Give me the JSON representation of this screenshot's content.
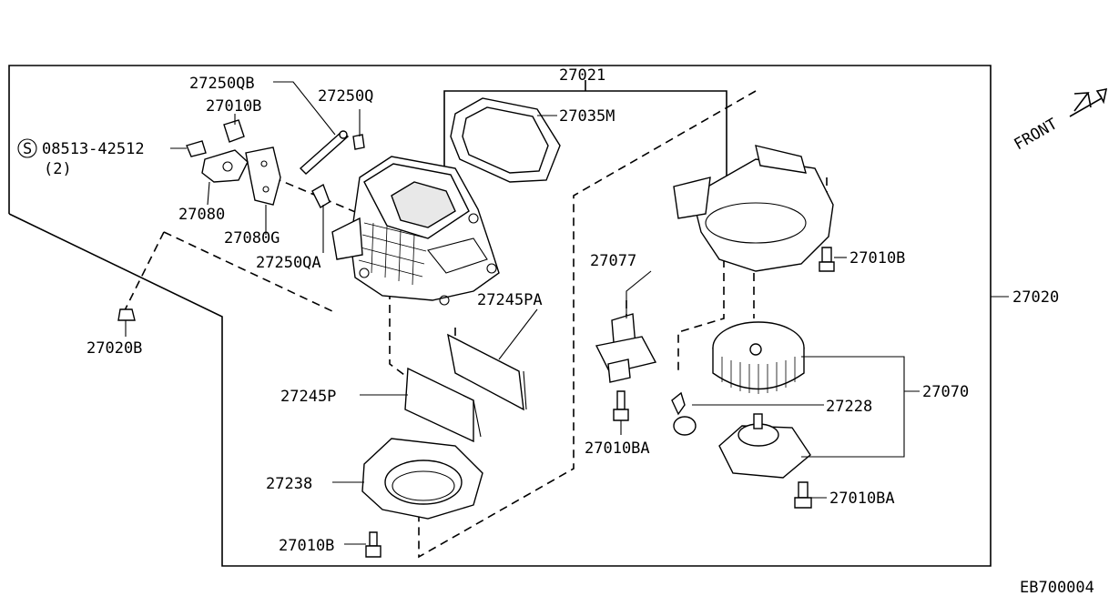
{
  "diagram_code": "EB700004",
  "front_label": "FRONT",
  "callouts": {
    "p27250QB": "27250QB",
    "p27010B_top": "27010B",
    "p08513": "08513-42512",
    "p08513_qty": "(2)",
    "p27080": "27080",
    "p27080G": "27080G",
    "p27250Q": "27250Q",
    "p27250QA": "27250QA",
    "p27020B": "27020B",
    "p27021": "27021",
    "p27035M": "27035M",
    "p27245PA": "27245PA",
    "p27245P": "27245P",
    "p27238": "27238",
    "p27010B_bottom": "27010B",
    "p27077": "27077",
    "p27010BA_mid": "27010BA",
    "p27010B_right": "27010B",
    "p27020": "27020",
    "p27070": "27070",
    "p27228": "27228",
    "p27010BA_right": "27010BA"
  },
  "screw_symbol": "S"
}
